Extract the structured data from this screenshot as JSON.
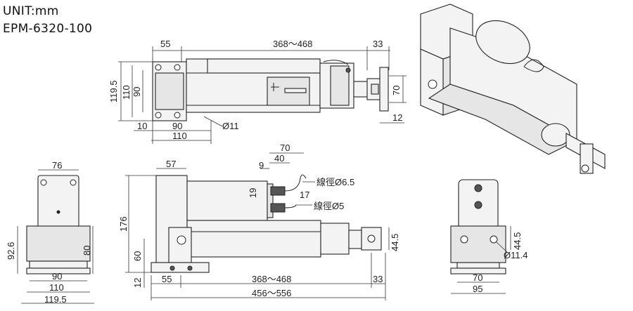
{
  "header": {
    "unit": "UNIT:mm",
    "model": "EPM-6320-100"
  },
  "top_view": {
    "dim_flange": "55",
    "dim_stroke": "368～468",
    "dim_end": "33",
    "dim_h1": "119.5",
    "dim_h2": "110",
    "dim_h3": "90",
    "dim_rod": "70",
    "dim_bot1": "10",
    "dim_bot2": "90",
    "dim_bot3": "110",
    "dim_hole": "Ø11",
    "dim_right": "12"
  },
  "end_view": {
    "dim_width": "76",
    "dim_h1": "92.6",
    "dim_h2": "80",
    "dim_w1": "90",
    "dim_w2": "110",
    "dim_w3": "119.5"
  },
  "side_view": {
    "dim_70": "70",
    "dim_40": "40",
    "dim_9": "9",
    "dim_57": "57",
    "dim_19": "19",
    "dim_17": "17",
    "dim_176": "176",
    "dim_60": "60",
    "dim_12": "12",
    "dim_55": "55",
    "dim_stroke": "368～468",
    "dim_33": "33",
    "dim_total": "456～556",
    "dim_44": "44.5",
    "label_cable1": "線徑Ø6.5",
    "label_cable2": "線徑Ø5"
  },
  "front_view": {
    "dim_44": "44.5",
    "dim_hole": "Ø11.4",
    "dim_70": "70",
    "dim_95": "95"
  }
}
